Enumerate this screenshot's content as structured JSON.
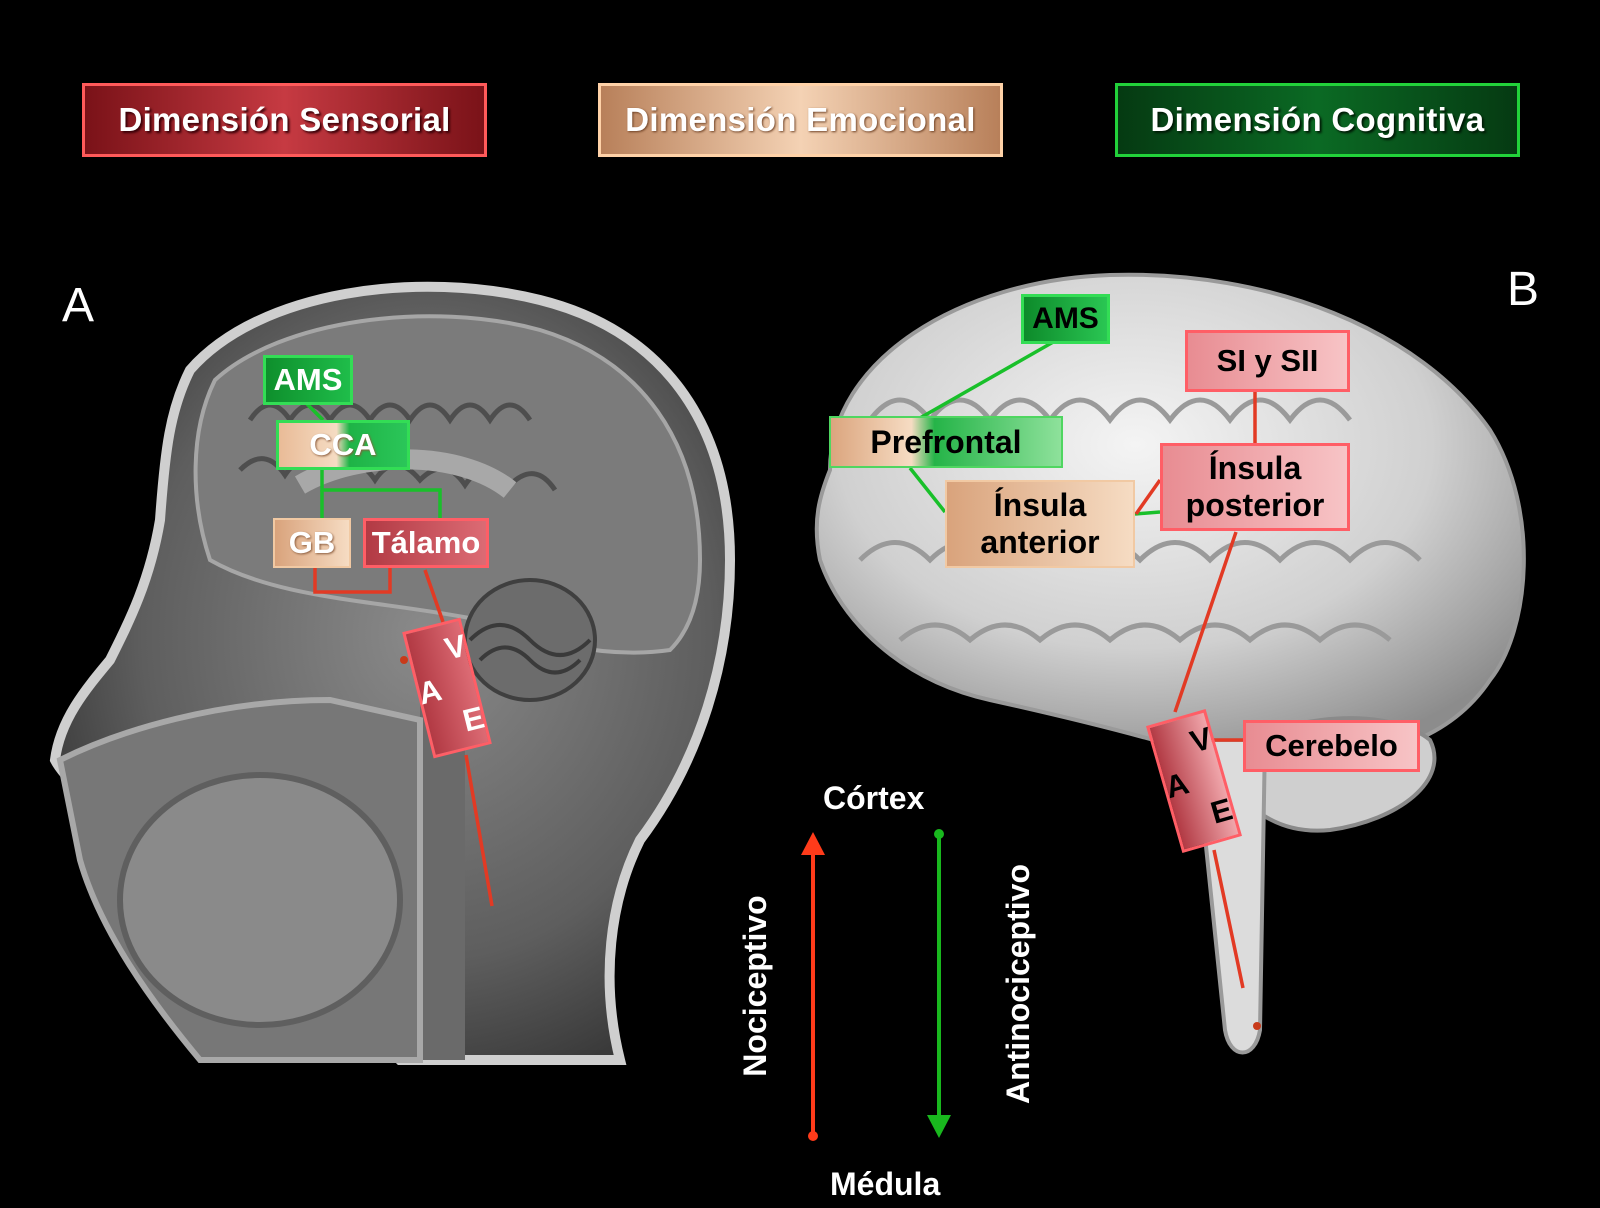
{
  "legend": {
    "sensorial": "Dimensión Sensorial",
    "emocional": "Dimensión Emocional",
    "cognitiva": "Dimensión Cognitiva"
  },
  "panels": {
    "a": "A",
    "b": "B"
  },
  "panel_a_labels": {
    "ams": "AMS",
    "cca": "CCA",
    "gb": "GB",
    "talamo": "Tálamo",
    "vea": "V E A"
  },
  "panel_b_labels": {
    "ams": "AMS",
    "prefrontal": "Prefrontal",
    "insula_anterior": "Ínsula anterior",
    "si_sii": "SI y SII",
    "insula_posterior": "Ínsula posterior",
    "cerebelo": "Cerebelo",
    "vea": "V E A"
  },
  "axis": {
    "top": "Córtex",
    "bottom": "Médula",
    "up_label": "Nociceptivo",
    "down_label": "Antinociceptivo"
  },
  "colors": {
    "sensorial": "#c63a42",
    "emocional": "#f4d2b4",
    "cognitiva": "#0b6a24",
    "nociceptive_arrow": "#ff3b1a",
    "antinociceptive_arrow": "#19b81e"
  }
}
